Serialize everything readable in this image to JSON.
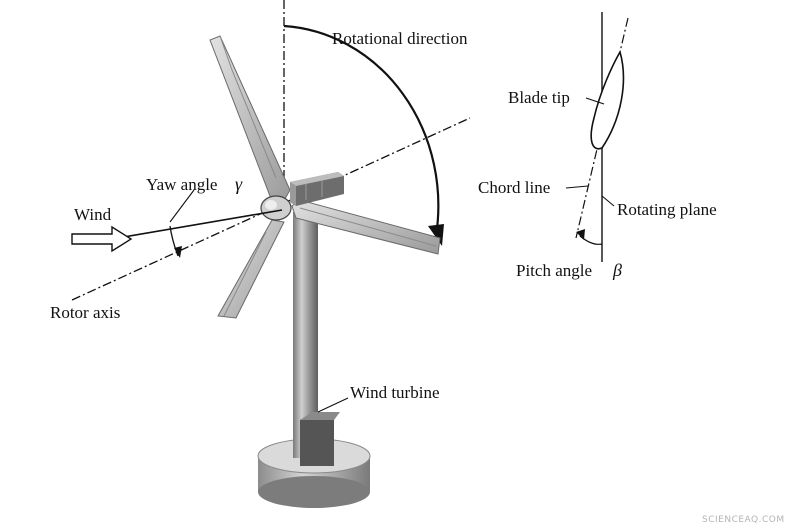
{
  "labels": {
    "rotational_direction": "Rotational direction",
    "yaw_angle": "Yaw angle",
    "yaw_symbol": "γ",
    "wind": "Wind",
    "rotor_axis": "Rotor axis",
    "wind_turbine": "Wind turbine",
    "blade_tip": "Blade tip",
    "chord_line": "Chord line",
    "rotating_plane": "Rotating plane",
    "pitch_angle": "Pitch angle",
    "pitch_symbol": "β"
  },
  "watermark": "SCIENCEAQ.COM",
  "colors": {
    "ink": "#111111",
    "metal_light": "#d2d2d2",
    "metal_mid": "#a8a8a8",
    "metal_dark": "#6e6e6e",
    "background": "#ffffff"
  }
}
